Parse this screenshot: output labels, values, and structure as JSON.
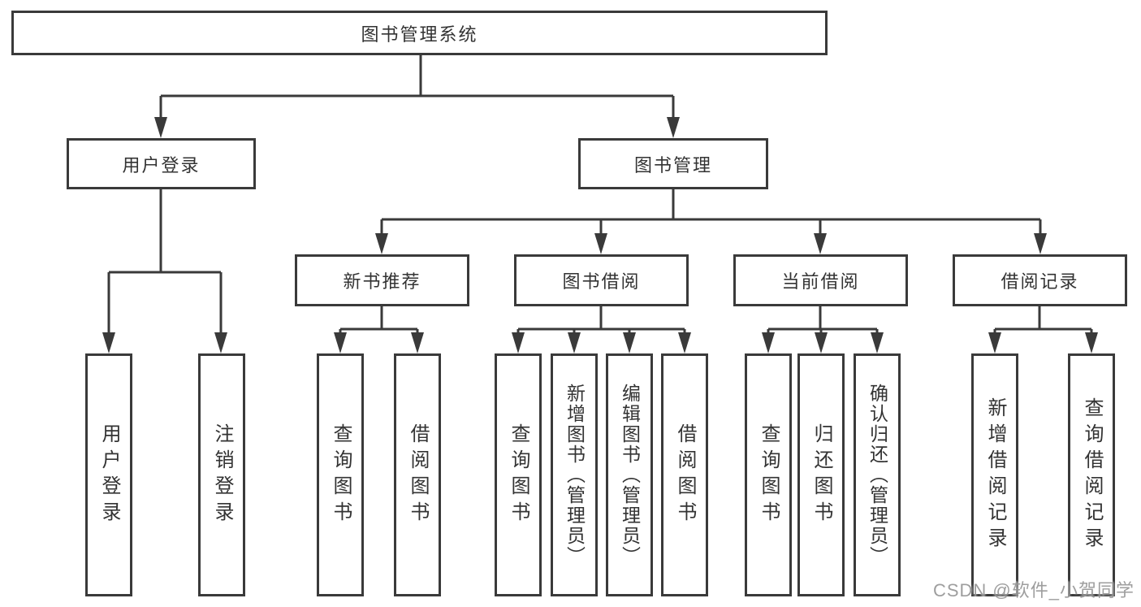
{
  "diagram": {
    "title": "图书管理系统",
    "root": {
      "label": "图书管理系统"
    },
    "level2": [
      {
        "label": "用户登录"
      },
      {
        "label": "图书管理"
      }
    ],
    "level3": [
      {
        "label": "新书推荐"
      },
      {
        "label": "图书借阅"
      },
      {
        "label": "当前借阅"
      },
      {
        "label": "借阅记录"
      }
    ],
    "leaves": {
      "user_login": [
        "用户登录",
        "注销登录"
      ],
      "new_book": [
        "查询图书",
        "借阅图书"
      ],
      "book_borrow": [
        "查询图书",
        "新增图书（管理员）",
        "编辑图书（管理员）",
        "借阅图书"
      ],
      "current_borrow": [
        "查询图书",
        "归还图书",
        "确认归还（管理员）"
      ],
      "borrow_record": [
        "新增借阅记录",
        "查询借阅记录"
      ]
    }
  },
  "watermark": {
    "text": "CSDN @软件_小贺同学"
  },
  "colors": {
    "line": "#3a3a3a",
    "text": "#333333",
    "background": "#ffffff",
    "watermark": "#919191"
  }
}
